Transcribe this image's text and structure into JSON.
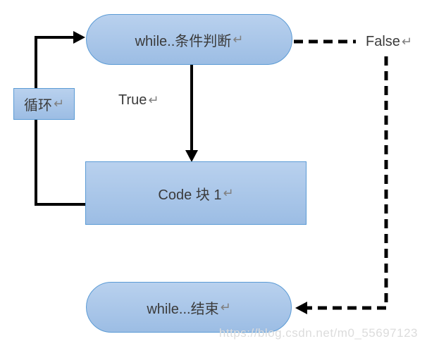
{
  "colors": {
    "node_fill_top": "#B9D1EE",
    "node_fill_bottom": "#9CBDE4",
    "node_border": "#5B9BD5",
    "text": "#3B3B3B",
    "return_mark": "#808080",
    "line": "#000000",
    "watermark_text": "#DCDCDC"
  },
  "nodes": {
    "condition": {
      "label": "while..条件判断"
    },
    "loop": {
      "label": "循环"
    },
    "code": {
      "label": "Code 块 1"
    },
    "end": {
      "label": "while...结束"
    }
  },
  "edge_labels": {
    "true_label": "True",
    "false_label": "False"
  },
  "return_mark": "↵",
  "watermark": "https://blog.csdn.net/m0_55697123"
}
